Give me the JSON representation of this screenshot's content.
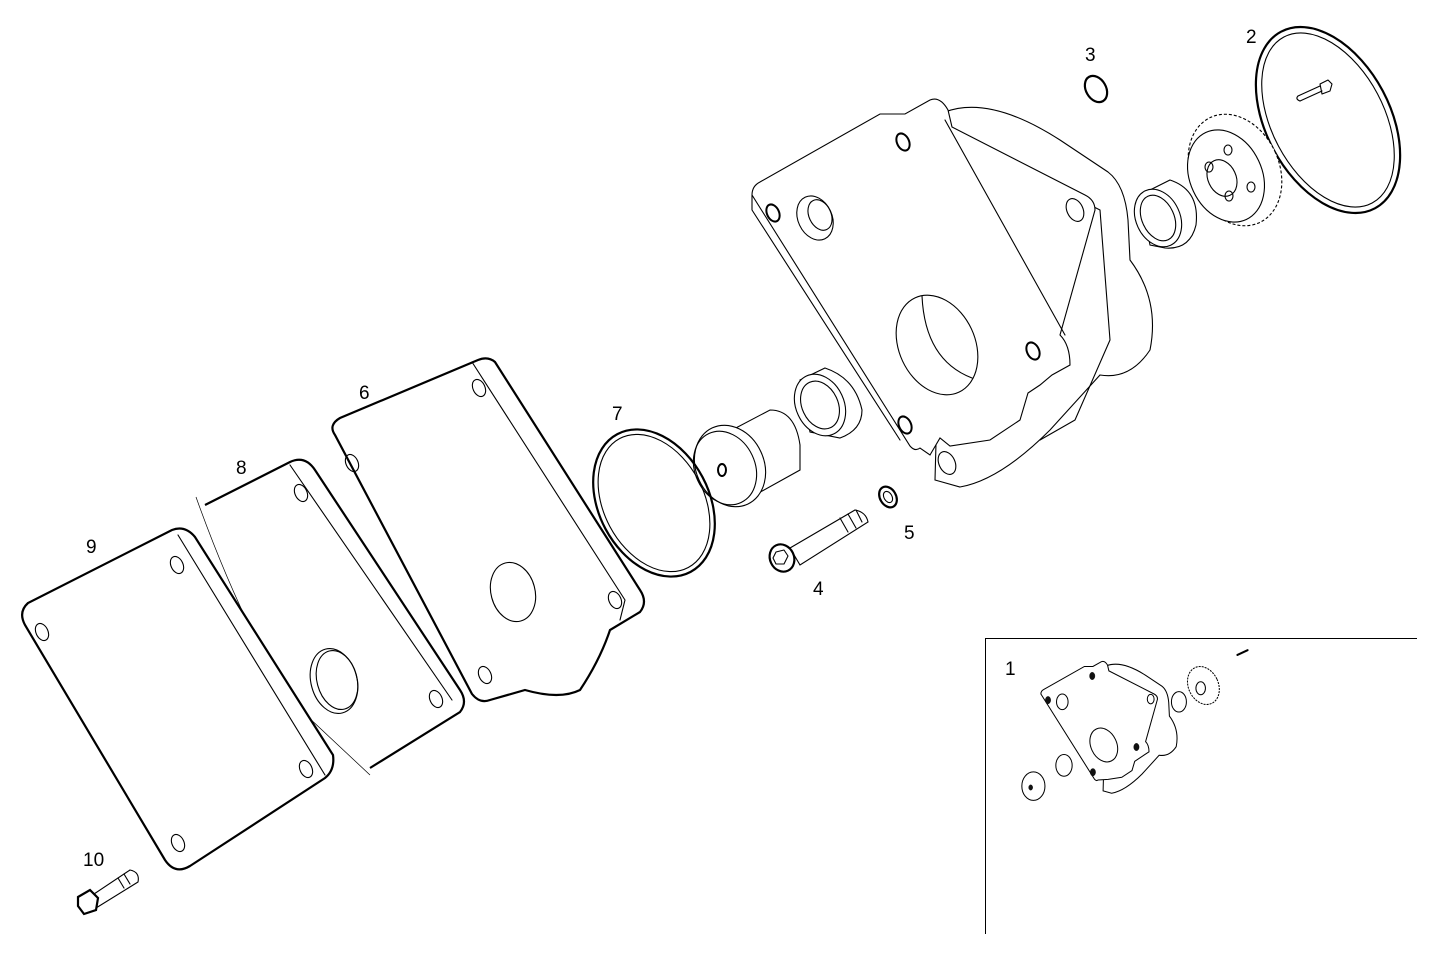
{
  "diagram": {
    "type": "exploded-parts-drawing",
    "subject": "pump housing assembly",
    "callouts": [
      {
        "id": "1",
        "label": "1",
        "part": "complete-assembly-inset"
      },
      {
        "id": "2",
        "label": "2",
        "part": "gasket-with-screw"
      },
      {
        "id": "3",
        "label": "3",
        "part": "o-ring-small"
      },
      {
        "id": "4",
        "label": "4",
        "part": "socket-head-screw"
      },
      {
        "id": "5",
        "label": "5",
        "part": "washer"
      },
      {
        "id": "6",
        "label": "6",
        "part": "cover-plate"
      },
      {
        "id": "7",
        "label": "7",
        "part": "o-ring-large"
      },
      {
        "id": "8",
        "label": "8",
        "part": "gasket-plate"
      },
      {
        "id": "9",
        "label": "9",
        "part": "end-plate"
      },
      {
        "id": "10",
        "label": "10",
        "part": "hex-bolt"
      }
    ]
  }
}
